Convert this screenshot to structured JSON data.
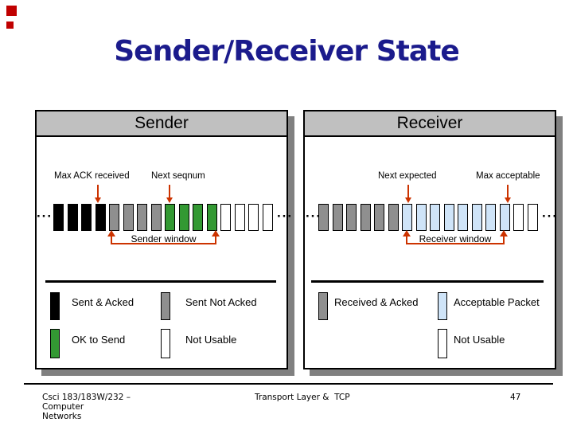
{
  "slide": {
    "title": "Sender/Receiver State",
    "ellipsis": "···",
    "footer": {
      "course_line1": "Csci 183/183W/232 – Computer",
      "course_line2": "Networks",
      "center": "Transport Layer &  TCP",
      "page_number": "47"
    }
  },
  "colors": {
    "title": "#1b1b8c",
    "header_fill": "#c0c0c0",
    "arrow": "#cc3300",
    "panel_shadow": "#808080",
    "decor_square": "#c00000",
    "sent_acked": "#000000",
    "sent_not_acked": "#8f8f8f",
    "ok_to_send": "#339933",
    "not_usable": "#ffffff",
    "received_acked": "#8f8f8f",
    "acceptable_packet": "#cfe4f8"
  },
  "sender": {
    "header": "Sender",
    "pointer_labels": [
      {
        "text": "Max ACK received"
      },
      {
        "text": "Next seqnum"
      }
    ],
    "window_label": "Sender window",
    "segments": [
      {
        "key": "sent_acked",
        "count": 4
      },
      {
        "key": "sent_not_acked",
        "count": 4
      },
      {
        "key": "ok_to_send",
        "count": 4
      },
      {
        "key": "not_usable",
        "count": 4
      }
    ],
    "legend": [
      {
        "key": "sent_acked",
        "label": "Sent & Acked"
      },
      {
        "key": "sent_not_acked",
        "label": "Sent Not Acked"
      },
      {
        "key": "ok_to_send",
        "label": "OK to Send"
      },
      {
        "key": "not_usable",
        "label": "Not Usable"
      }
    ]
  },
  "receiver": {
    "header": "Receiver",
    "pointer_labels": [
      {
        "text": "Next expected"
      },
      {
        "text": "Max acceptable"
      }
    ],
    "window_label": "Receiver window",
    "segments": [
      {
        "key": "received_acked",
        "count": 6
      },
      {
        "key": "acceptable_packet",
        "count": 8
      },
      {
        "key": "not_usable",
        "count": 2
      }
    ],
    "legend": [
      {
        "key": "received_acked",
        "label": "Received & Acked"
      },
      {
        "key": "acceptable_packet",
        "label": "Acceptable Packet"
      },
      {
        "key": "not_usable",
        "label": "Not Usable"
      }
    ]
  }
}
